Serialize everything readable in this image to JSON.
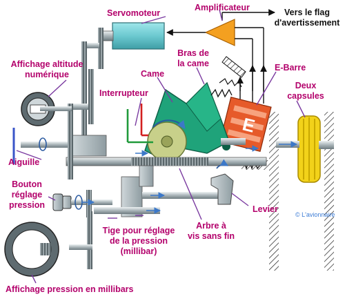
{
  "labels": {
    "servomoteur": "Servomoteur",
    "amplificateur": "Amplificateur",
    "flag_line1": "Vers le flag",
    "flag_line2": "d'avertissement",
    "affichage_altitude_line1": "Affichage altitude",
    "affichage_altitude_line2": "numérique",
    "bras_line1": "Bras de",
    "bras_line2": "la came",
    "came": "Came",
    "ebarre": "E-Barre",
    "interrupteur": "Interrupteur",
    "capsules_line1": "Deux",
    "capsules_line2": "capsules",
    "aiguille": "Aiguille",
    "bouton_line1": "Bouton",
    "bouton_line2": "réglage",
    "bouton_line3": "pression",
    "levier": "Levier",
    "tige_line1": "Tige pour réglage",
    "tige_line2": "de la pression",
    "tige_line3": "(millibar)",
    "arbre_line1": "Arbre à",
    "arbre_line2": "vis sans fin",
    "affichage_pression": "Affichage pression en millibars",
    "copyright": "© L'avionnaire",
    "ebarre_letter": "E"
  },
  "colors": {
    "label_text": "#b3006b",
    "servomotor_body": "#7fd6dc",
    "amplifier": "#f4a020",
    "cam": "#1fa37a",
    "ebarre": "#e65a2a",
    "capsules": "#f2d21a",
    "roller": "#c8d08a",
    "metal_light": "#cfd7da",
    "metal_dark": "#6e7b80",
    "pointer_line": "#7a3aa0",
    "arrow_blue": "#3c78c8",
    "switch_red": "#d22020",
    "switch_green": "#1f9a3a"
  },
  "icons": [
    "servomotor-icon",
    "amplifier-icon",
    "cam-icon",
    "ebarre-icon",
    "capsules-icon",
    "altitude-display-icon",
    "pressure-display-icon",
    "knob-icon",
    "worm-screw-icon",
    "lever-icon",
    "switch-icon"
  ]
}
